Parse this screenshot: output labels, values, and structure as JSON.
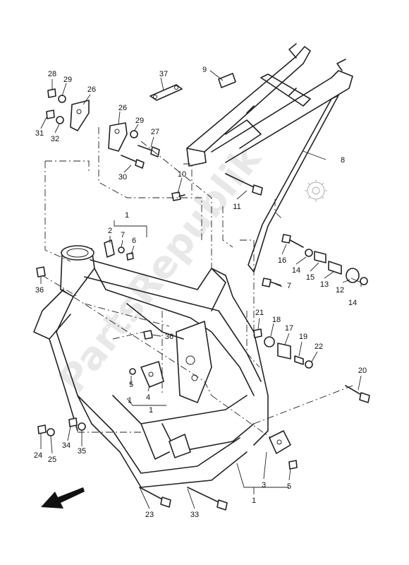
{
  "diagram": {
    "watermark": "PartsRepublik",
    "callouts": [
      "1",
      "2",
      "3",
      "4",
      "5",
      "6",
      "7",
      "8",
      "9",
      "10",
      "11",
      "12",
      "13",
      "14",
      "15",
      "16",
      "17",
      "18",
      "19",
      "20",
      "21",
      "22",
      "23",
      "24",
      "25",
      "26",
      "27",
      "28",
      "29",
      "30",
      "31",
      "32",
      "33",
      "34",
      "35",
      "36",
      "37"
    ],
    "direction_icon": "front-arrow-icon",
    "gear_icon": "gear-icon"
  }
}
